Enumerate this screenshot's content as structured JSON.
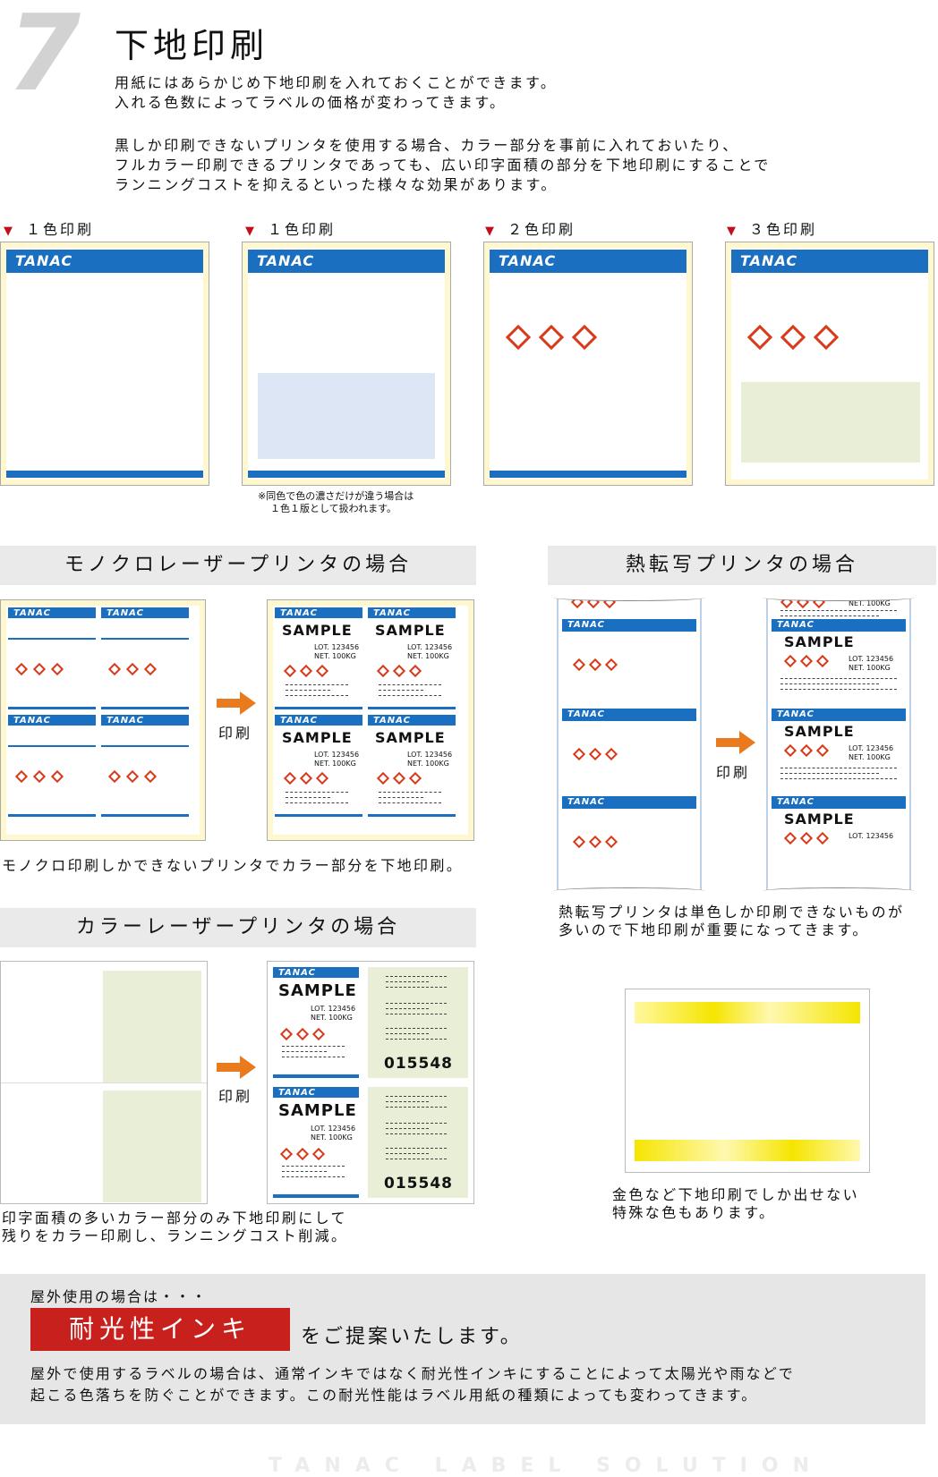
{
  "section_number": "7",
  "title": "下地印刷",
  "intro": [
    "用紙にはあらかじめ下地印刷を入れておくことができます。",
    "入れる色数によってラベルの価格が変わってきます。",
    "黒しか印刷できないプリンタを使用する場合、カラー部分を事前に入れておいたり、",
    "フルカラー印刷できるプリンタであっても、広い印字面積の部分を下地印刷にすることで",
    "ランニングコストを抑えるといった様々な効果があります。"
  ],
  "examples": [
    {
      "label": "１色印刷"
    },
    {
      "label": "１色印刷"
    },
    {
      "label": "２色印刷"
    },
    {
      "label": "３色印刷"
    }
  ],
  "logo_text": "TANAC",
  "note": [
    "※同色で色の濃さだけが違う場合は",
    "１色１版として扱われます。"
  ],
  "mono_section": {
    "title": "モノクロレーザープリンタの場合",
    "arrow_label": "印刷",
    "caption": "モノクロ印刷しかできないプリンタでカラー部分を下地印刷。"
  },
  "thermal_section": {
    "title": "熱転写プリンタの場合",
    "arrow_label": "印刷",
    "caption": [
      "熱転写プリンタは単色しか印刷できないものが",
      "多いので下地印刷が重要になってきます。"
    ],
    "top_fragment": "NET. 100KG",
    "bottom_fragment": "LOT. 123456"
  },
  "color_section": {
    "title": "カラーレーザープリンタの場合",
    "arrow_label": "印刷",
    "caption": [
      "印字面積の多いカラー部分のみ下地印刷にして",
      "残りをカラー印刷し、ランニングコスト削減。"
    ],
    "code": "015548"
  },
  "gold_caption": [
    "金色など下地印刷でしか出せない",
    "特殊な色もあります。"
  ],
  "sample": {
    "title": "SAMPLE",
    "lot": "LOT. 123456",
    "net": "NET. 100KG"
  },
  "outdoor": {
    "lead": "屋外使用の場合は・・・",
    "badge": "耐光性インキ",
    "badge_suffix": "をご提案いたします。",
    "body": [
      "屋外で使用するラベルの場合は、通常インキではなく耐光性インキにすることによって太陽光や雨などで",
      "起こる色落ちを防ぐことができます。この耐光性能はラベル用紙の種類によっても変わってきます。"
    ]
  },
  "footer": "TANAC LABEL SOLUTION",
  "colors": {
    "brand_blue": "#1a6fc0",
    "hazard_red": "#d83a1a",
    "arrow_orange": "#ea7a1e",
    "badge_red": "#c8201c"
  }
}
